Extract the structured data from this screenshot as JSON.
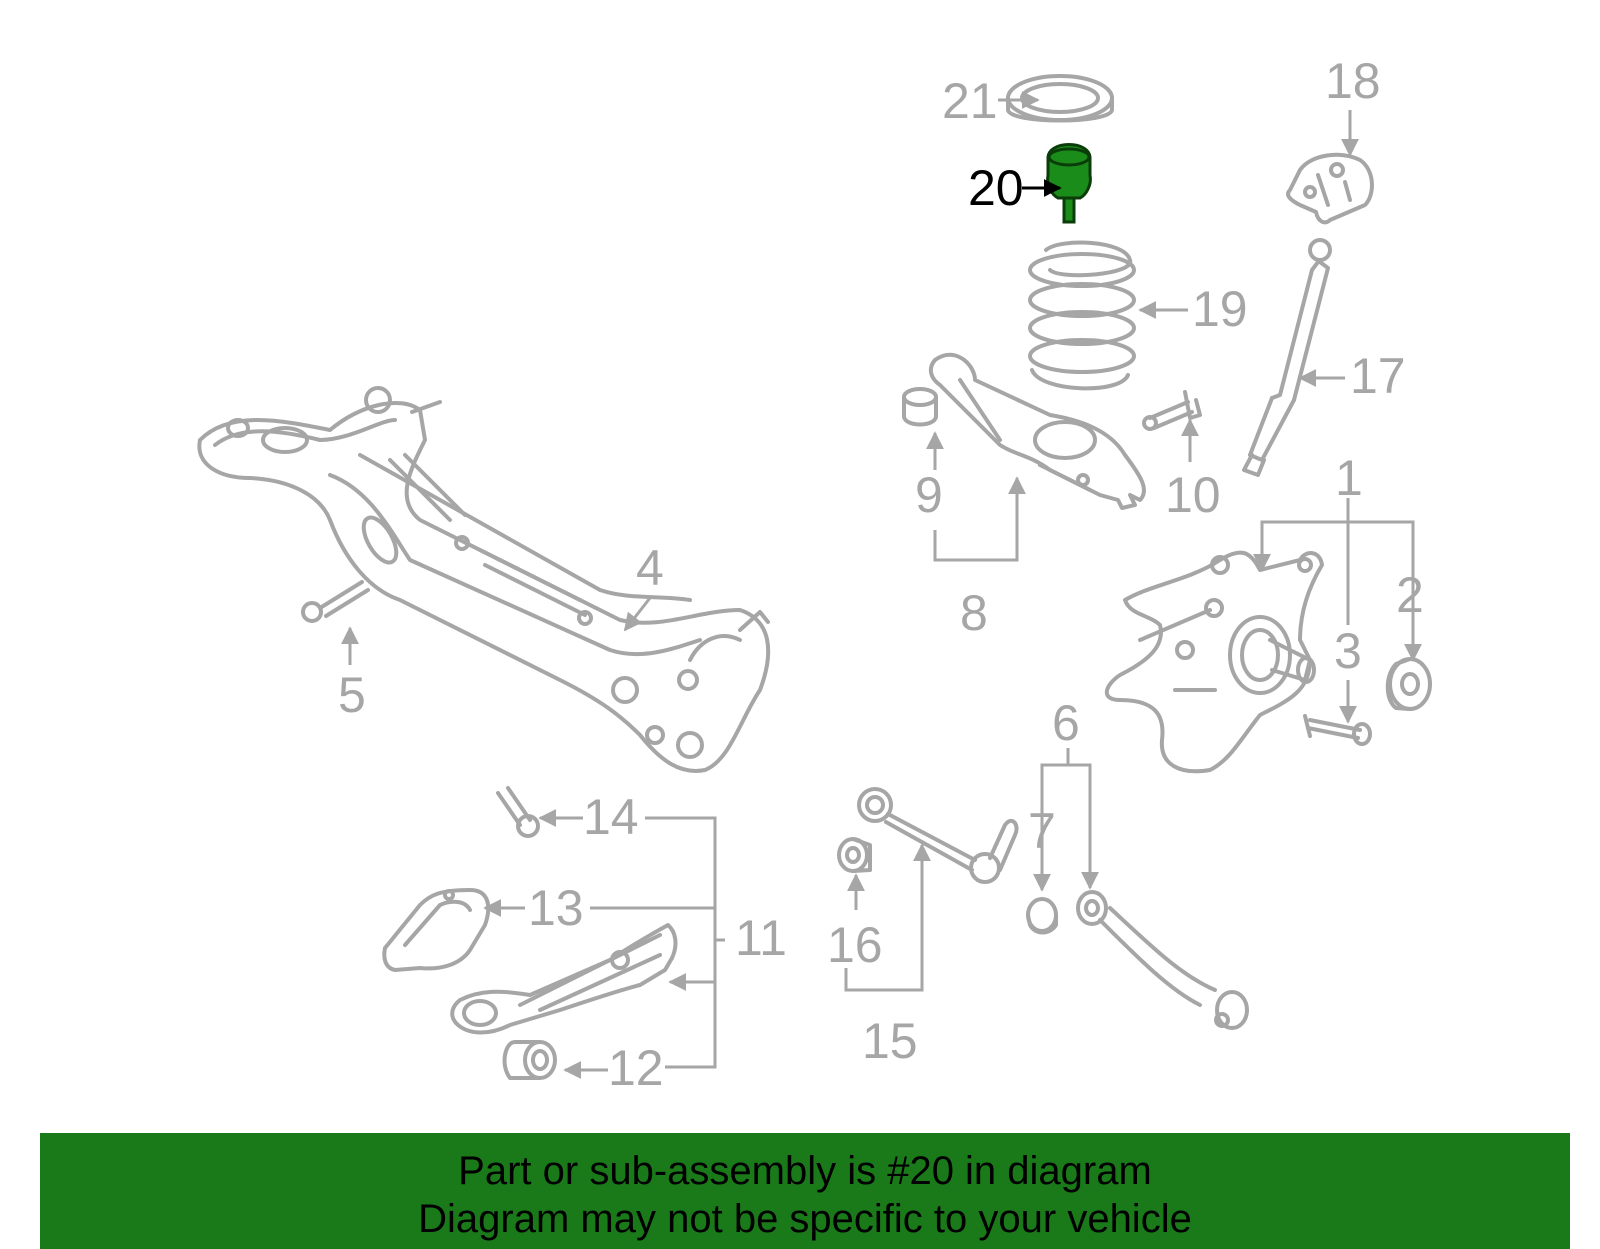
{
  "diagram": {
    "highlighted_part": "20",
    "highlight_color": "#1a8c1a",
    "callouts": [
      "1",
      "2",
      "3",
      "4",
      "5",
      "6",
      "7",
      "8",
      "9",
      "10",
      "11",
      "12",
      "13",
      "14",
      "15",
      "16",
      "17",
      "18",
      "19",
      "20",
      "21"
    ]
  },
  "footer": {
    "line1": "Part or sub-assembly is #20 in diagram",
    "line2": "Diagram may not be specific to your vehicle",
    "background": "#1a7a1a"
  }
}
